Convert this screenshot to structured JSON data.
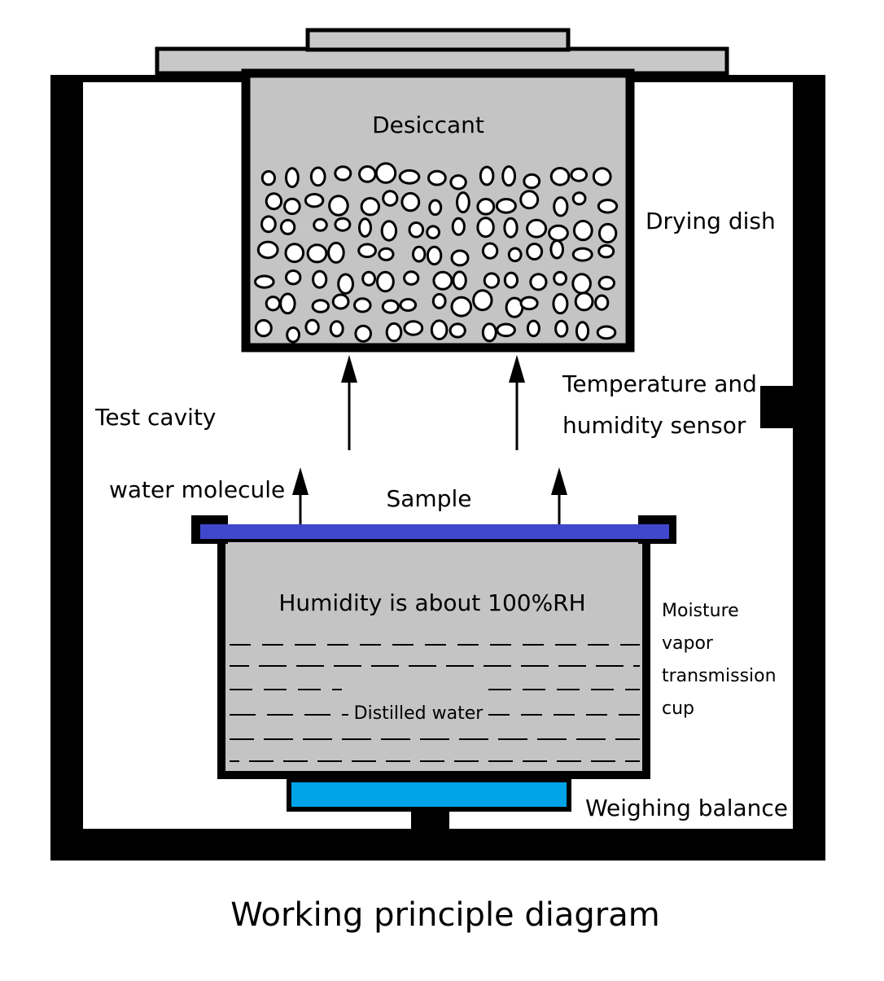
{
  "labels": {
    "desiccant": "Desiccant",
    "drying_dish": "Drying dish",
    "temp_sensor_line1": "Temperature and",
    "temp_sensor_line2": "humidity sensor",
    "test_cavity": "Test cavity",
    "water_molecule": "water molecule",
    "sample": "Sample",
    "humidity": "Humidity is about 100%RH",
    "cup_line1": "Moisture",
    "cup_line2": "vapor",
    "cup_line3": "transmission",
    "cup_line4": "cup",
    "distilled_water": "Distilled water",
    "weighing_balance": "Weighing balance"
  },
  "caption": "Working principle diagram",
  "colors": {
    "frame": "#000000",
    "lid": "#c8c8c8",
    "dish_fill": "#c4c4c4",
    "cup_fill": "#c4c4c4",
    "sample_film": "#3f48cc",
    "balance_pan": "#00a2e8"
  }
}
